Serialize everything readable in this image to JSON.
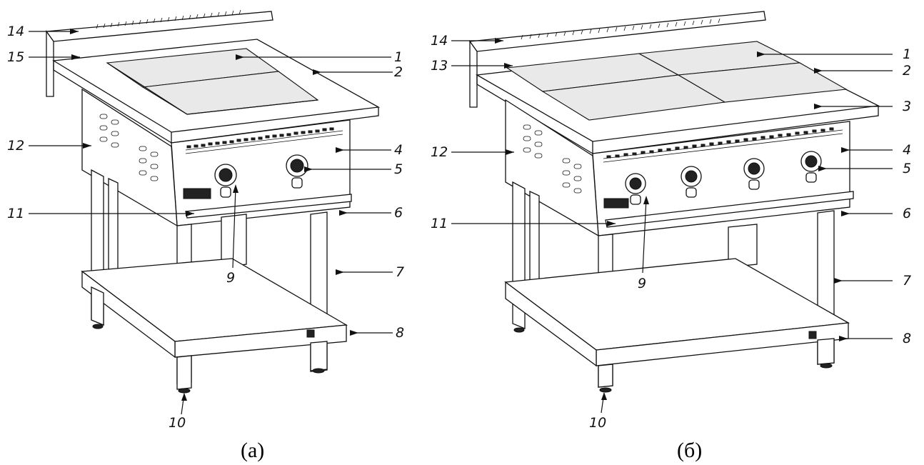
{
  "figures": [
    {
      "caption": "(а)",
      "callouts": [
        "14",
        "15",
        "1",
        "2",
        "12",
        "4",
        "5",
        "11",
        "6",
        "9",
        "7",
        "8",
        "10"
      ]
    },
    {
      "caption": "(б)",
      "callouts": [
        "14",
        "13",
        "1",
        "2",
        "3",
        "12",
        "4",
        "5",
        "11",
        "6",
        "9",
        "7",
        "8",
        "10"
      ]
    }
  ],
  "colors": {
    "line": "#111111",
    "background": "#ffffff"
  }
}
